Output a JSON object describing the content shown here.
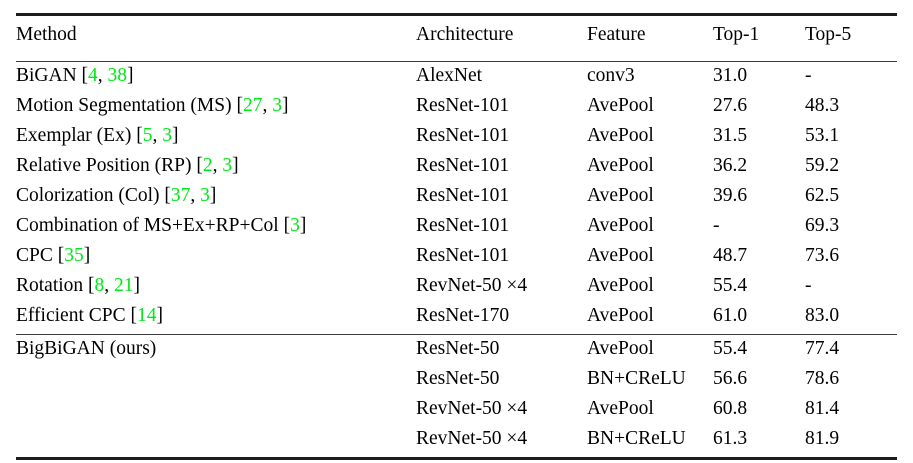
{
  "table": {
    "columns": [
      {
        "key": "method",
        "label": "Method"
      },
      {
        "key": "architecture",
        "label": "Architecture"
      },
      {
        "key": "feature",
        "label": "Feature"
      },
      {
        "key": "top1",
        "label": "Top-1"
      },
      {
        "key": "top5",
        "label": "Top-5"
      }
    ],
    "citation_color": "#00e817",
    "rows": [
      {
        "method_text": "BiGAN",
        "citations": [
          "4",
          "38"
        ],
        "architecture": "AlexNet",
        "feature": "conv3",
        "top1": "31.0",
        "top5": "-"
      },
      {
        "method_text": "Motion Segmentation (MS)",
        "citations": [
          "27",
          "3"
        ],
        "architecture": "ResNet-101",
        "feature": "AvePool",
        "top1": "27.6",
        "top5": "48.3"
      },
      {
        "method_text": "Exemplar (Ex)",
        "citations": [
          "5",
          "3"
        ],
        "architecture": "ResNet-101",
        "feature": "AvePool",
        "top1": "31.5",
        "top5": "53.1"
      },
      {
        "method_text": "Relative Position (RP)",
        "citations": [
          "2",
          "3"
        ],
        "architecture": "ResNet-101",
        "feature": "AvePool",
        "top1": "36.2",
        "top5": "59.2"
      },
      {
        "method_text": "Colorization (Col)",
        "citations": [
          "37",
          "3"
        ],
        "architecture": "ResNet-101",
        "feature": "AvePool",
        "top1": "39.6",
        "top5": "62.5"
      },
      {
        "method_text": "Combination of MS+Ex+RP+Col",
        "citations": [
          "3"
        ],
        "architecture": "ResNet-101",
        "feature": "AvePool",
        "top1": "-",
        "top5": "69.3"
      },
      {
        "method_text": "CPC",
        "citations": [
          "35"
        ],
        "architecture": "ResNet-101",
        "feature": "AvePool",
        "top1": "48.7",
        "top5": "73.6"
      },
      {
        "method_text": "Rotation",
        "citations": [
          "8",
          "21"
        ],
        "architecture": "RevNet-50 ×4",
        "feature": "AvePool",
        "top1": "55.4",
        "top5": "-"
      },
      {
        "method_text": "Efficient CPC",
        "citations": [
          "14"
        ],
        "architecture": "ResNet-170",
        "feature": "AvePool",
        "top1": "61.0",
        "top5": "83.0"
      }
    ],
    "ours": {
      "label": "BigBiGAN (ours)",
      "rows": [
        {
          "architecture": "ResNet-50",
          "feature": "AvePool",
          "top1": "55.4",
          "top5": "77.4"
        },
        {
          "architecture": "ResNet-50",
          "feature": "BN+CReLU",
          "top1": "56.6",
          "top5": "78.6"
        },
        {
          "architecture": "RevNet-50 ×4",
          "feature": "AvePool",
          "top1": "60.8",
          "top5": "81.4"
        },
        {
          "architecture": "RevNet-50 ×4",
          "feature": "BN+CReLU",
          "top1": "61.3",
          "top5": "81.9"
        }
      ]
    }
  }
}
